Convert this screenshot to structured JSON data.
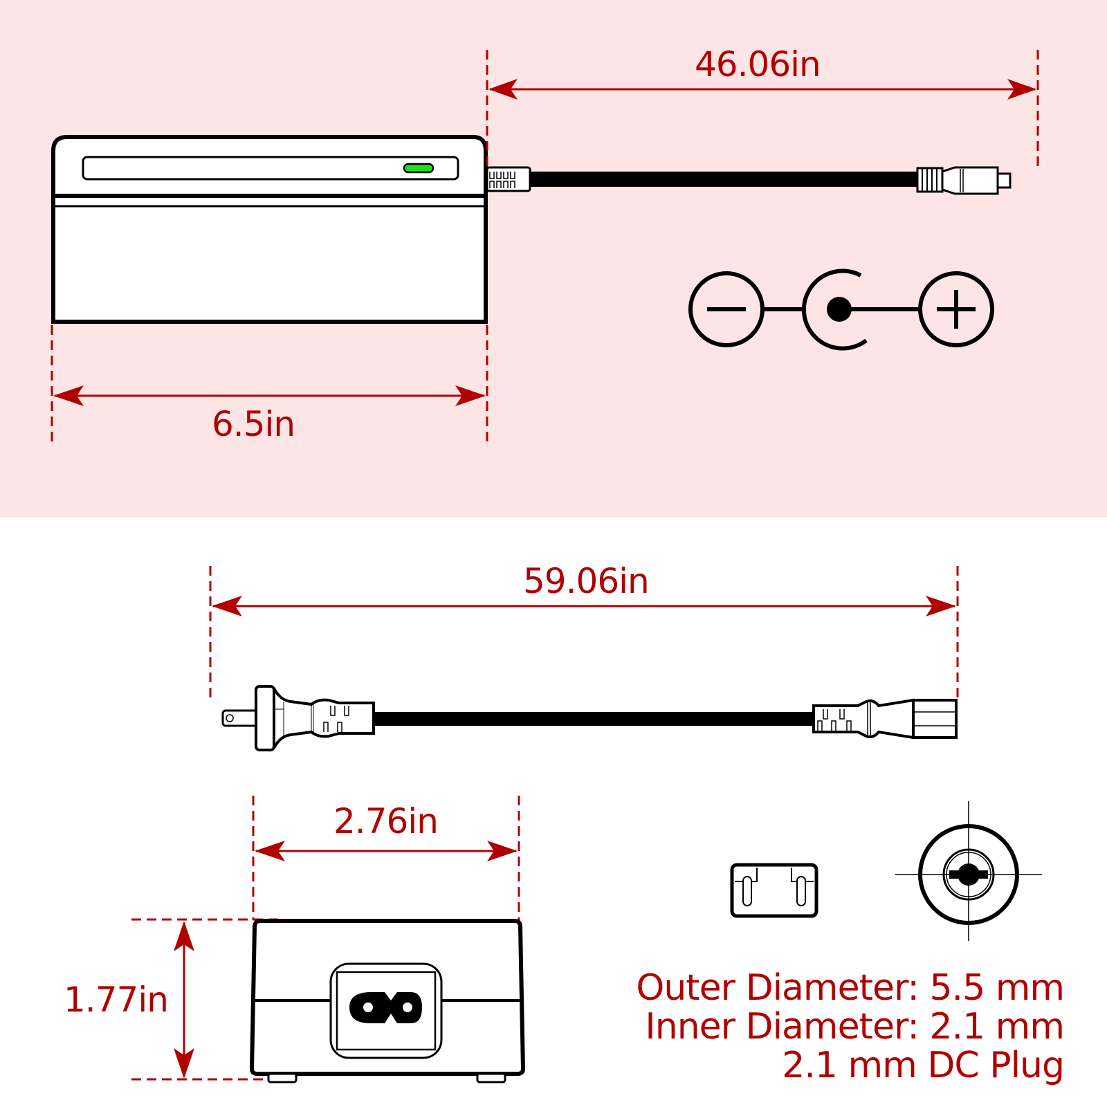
{
  "colors": {
    "top_panel_bg": "#fde5e5",
    "bottom_panel_bg": "#ffffff",
    "dimension_red": "#b00000",
    "outline": "#000000",
    "led_green": "#22dd22"
  },
  "top_panel": {
    "adapter_length_label": "6.5in",
    "dc_cable_length_label": "46.06in",
    "polarity_symbol": {
      "left": "negative",
      "center": "center-positive-barrel",
      "right": "positive"
    }
  },
  "bottom_panel": {
    "ac_cable_length_label": "59.06in",
    "adapter_width_label": "2.76in",
    "adapter_height_label": "1.77in",
    "specs": [
      "Outer Diameter: 5.5 mm",
      "Inner Diameter: 2.1 mm",
      "2.1 mm DC Plug"
    ]
  }
}
